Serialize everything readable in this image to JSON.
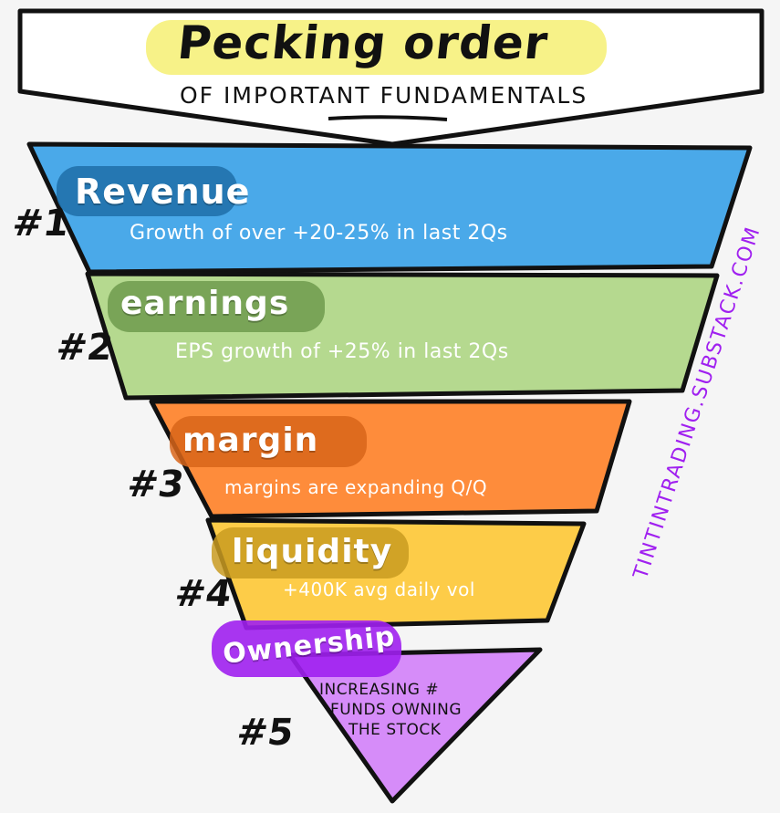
{
  "title": "Pecking order",
  "subtitle": "of important fundamentals",
  "watermark": "tintintrading.substack.com",
  "colors": {
    "blue": "#4aa9e9",
    "green": "#b5d98f",
    "orange": "#fe8c3b",
    "yellow": "#fdcc48",
    "purple": "#d68cf9",
    "highlight": "#f7f288"
  },
  "tiers": [
    {
      "rank": "#1",
      "heading": "Revenue",
      "description": "Growth of over +20-25% in last 2Qs"
    },
    {
      "rank": "#2",
      "heading": "earnings",
      "description": "EPS growth of +25% in last 2Qs"
    },
    {
      "rank": "#3",
      "heading": "margin",
      "description": "margins are expanding Q/Q"
    },
    {
      "rank": "#4",
      "heading": "liquidity",
      "description": "+400K avg daily vol"
    },
    {
      "rank": "#5",
      "heading": "Ownership",
      "description_lines": [
        "increasing #",
        "funds owning",
        "the stock"
      ]
    }
  ]
}
